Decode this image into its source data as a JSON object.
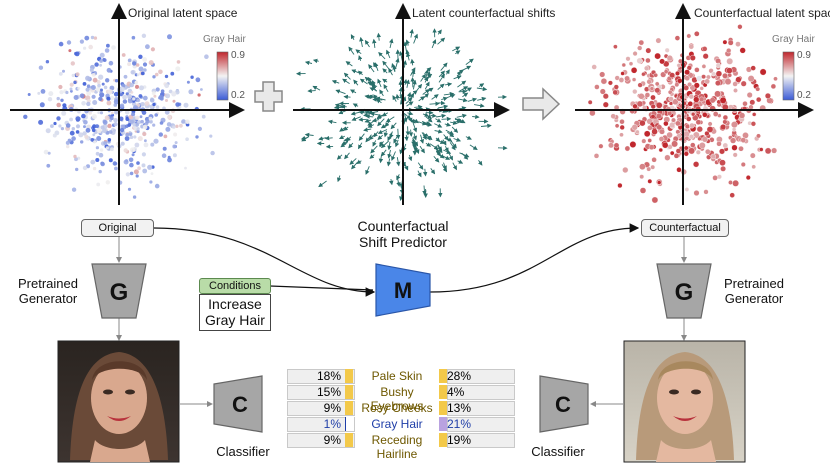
{
  "panels": {
    "left_title": "Original latent space",
    "middle_title": "Latent counterfactual shifts",
    "right_title": "Counterfactual latent space"
  },
  "colorbar": {
    "label": "Gray Hair",
    "max": "0.9",
    "min": "0.2",
    "color_high": "#c0272d",
    "color_low": "#3b5bd6"
  },
  "boxes": {
    "original": "Original",
    "counterfactual": "Counterfactual",
    "conditions": "Conditions"
  },
  "request": "Increase\nGray Hair",
  "predictor_label": "Counterfactual\nShift Predictor",
  "predictor_symbol": "M",
  "generator_symbol": "G",
  "classifier_symbol": "C",
  "generator_label": "Pretrained\nGenerator",
  "classifier_label": "Classifier",
  "icons": {
    "plus": "plus-icon",
    "arrow": "right-arrow-icon"
  },
  "colors": {
    "predictor": "#4a86e8",
    "shift_arrows": "#2a6f6a",
    "bar": "#f3c94a",
    "bar_highlight": "#b9a2e0",
    "attribute_text": "#6e5800",
    "highlight_text": "#1f3ea8"
  },
  "classifier_table": [
    {
      "attr": "Pale Skin",
      "left": "18%",
      "right": "28%",
      "left_val": 0.18,
      "right_val": 0.28,
      "highlight": false
    },
    {
      "attr": "Bushy Eyebrows",
      "left": "15%",
      "right": "4%",
      "left_val": 0.15,
      "right_val": 0.04,
      "highlight": false
    },
    {
      "attr": "Rosy Cheeks",
      "left": "9%",
      "right": "13%",
      "left_val": 0.09,
      "right_val": 0.13,
      "highlight": false
    },
    {
      "attr": "Gray Hair",
      "left": "1%",
      "right": "21%",
      "left_val": 0.01,
      "right_val": 0.21,
      "highlight": true
    },
    {
      "attr": "Receding Hairline",
      "left": "9%",
      "right": "19%",
      "left_val": 0.09,
      "right_val": 0.19,
      "highlight": false
    }
  ]
}
